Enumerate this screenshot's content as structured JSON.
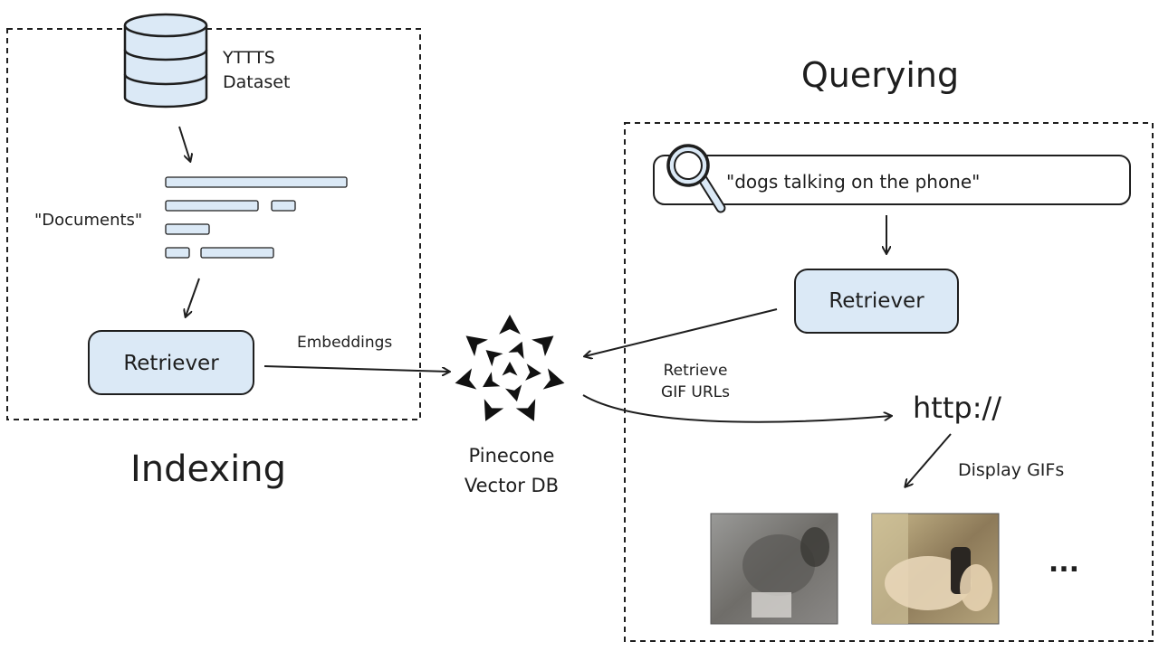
{
  "indexing": {
    "title": "Indexing",
    "dataset_label_line1": "YTTTS",
    "dataset_label_line2": "Dataset",
    "documents_label": "\"Documents\"",
    "retriever_label": "Retriever",
    "embeddings_label": "Embeddings"
  },
  "db": {
    "label_line1": "Pinecone",
    "label_line2": "Vector DB"
  },
  "querying": {
    "title": "Querying",
    "search_query": "\"dogs talking on the phone\"",
    "retriever_label": "Retriever",
    "retrieve_label_line1": "Retrieve",
    "retrieve_label_line2": "GIF URLs",
    "http_label": "http://",
    "display_label": "Display GIFs",
    "ellipsis": "..."
  },
  "colors": {
    "box_fill": "#dbe9f6",
    "stroke": "#1e1e1e"
  },
  "icons": [
    "database-icon",
    "pinecone-logo-icon",
    "magnifier-icon"
  ]
}
